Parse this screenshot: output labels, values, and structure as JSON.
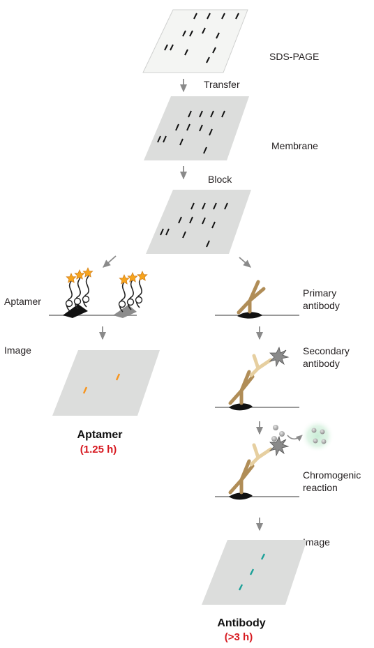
{
  "steps": {
    "sds_page": "SDS-PAGE",
    "transfer": "Transfer",
    "membrane": "Membrane",
    "block": "Block"
  },
  "aptamer_branch": {
    "label": "Aptamer",
    "image_label": "Image",
    "title": "Aptamer",
    "time": "(1.25 h)"
  },
  "antibody_branch": {
    "primary_line1": "Primary",
    "primary_line2": "antibody",
    "secondary_line1": "Secondary",
    "secondary_line2": "antibody",
    "chromogenic_line1": "Chromogenic",
    "chromogenic_line2": "reaction",
    "image_label": "Image",
    "title": "Antibody",
    "time": "(>3 h)"
  },
  "colors": {
    "gel": "#f4f5f3",
    "membrane": "#dcdddc",
    "band": "#111111",
    "aptamer_band": "#f7941d",
    "antibody_band": "#1aa098",
    "star": "#f7a41d",
    "antibody": "#b08d57",
    "time_red": "#d71920"
  }
}
